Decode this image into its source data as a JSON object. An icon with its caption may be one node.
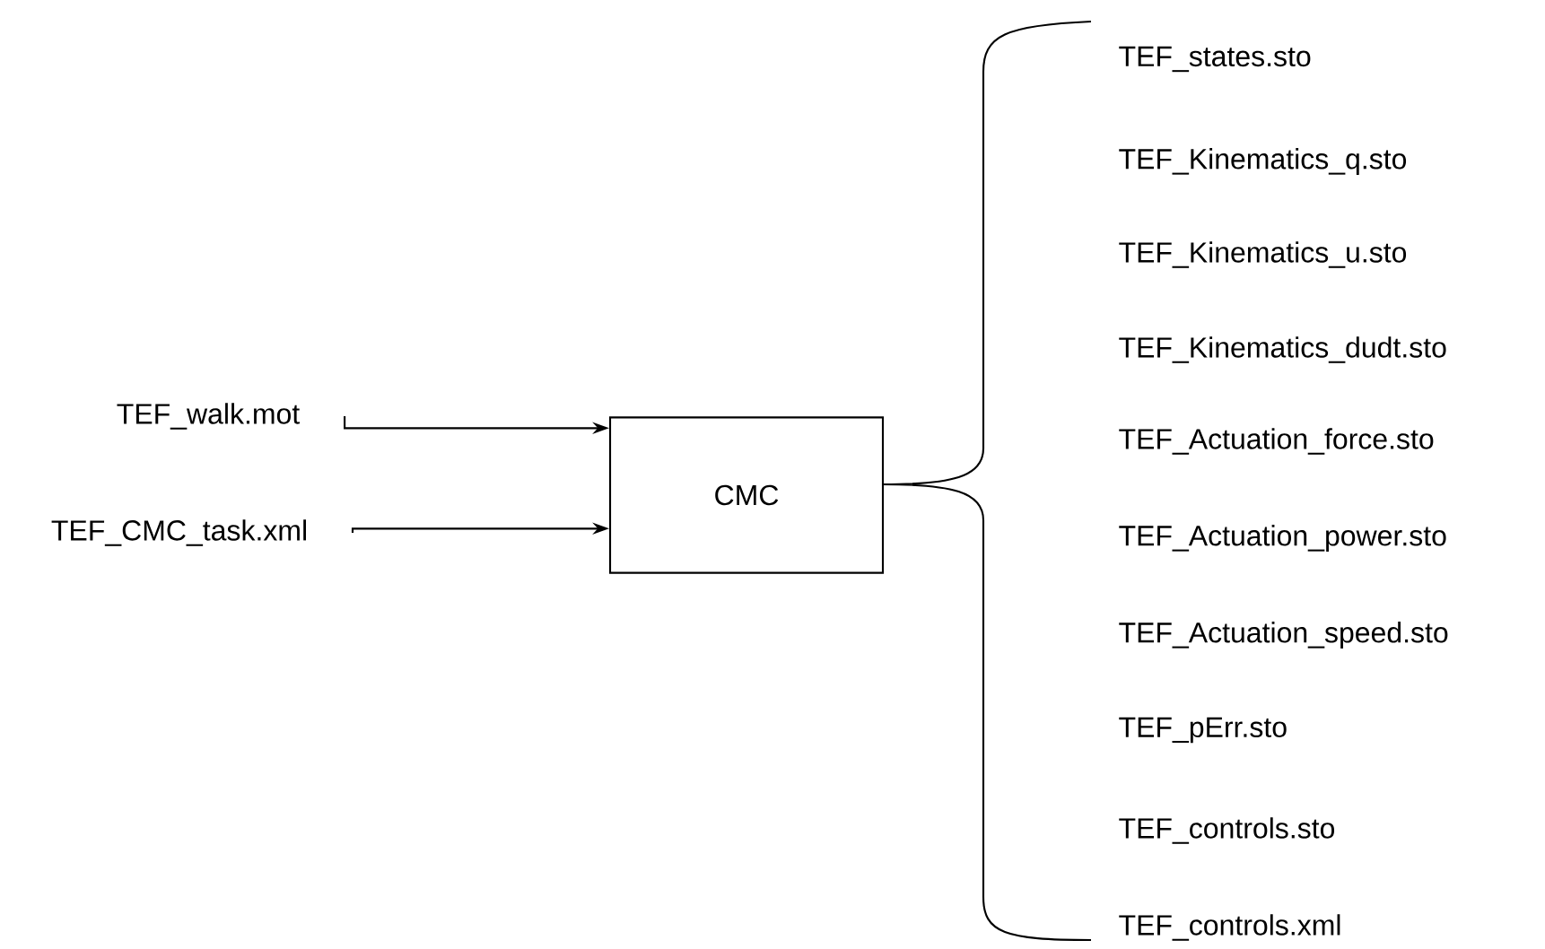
{
  "diagram": {
    "nodes": [
      {
        "text": [
          "TEF_walk.mot"
        ]
      },
      {
        "text": [
          "TEF_CMC_task.xml"
        ]
      },
      {
        "text": [
          "CMC"
        ]
      }
    ],
    "edges": [
      {
        "from": 0,
        "to": 2,
        "arrow": "to"
      },
      {
        "from": 1,
        "to": 2,
        "arrow": "to"
      }
    ],
    "labels": [
      "TEF_states.sto",
      "TEF_Kinematics_q.sto",
      "TEF_Kinematics_u.sto",
      "TEF_Kinematics_dudt.sto",
      "TEF_Actuation_force.sto",
      "TEF_Actuation_power.sto",
      "TEF_Actuation_speed.sto",
      "TEF_pErr.sto",
      "TEF_controls.sto",
      "TEF_controls.xml"
    ]
  }
}
